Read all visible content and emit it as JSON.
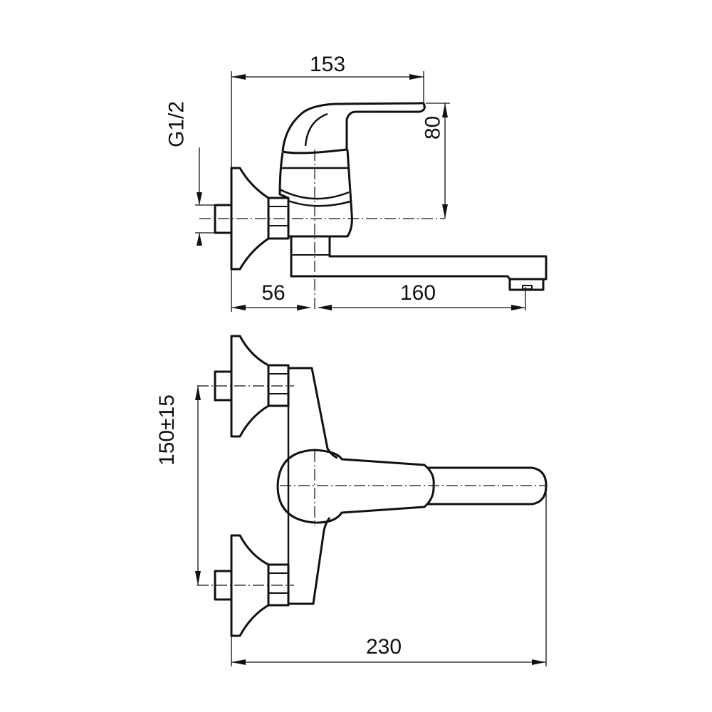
{
  "drawing": {
    "title": "Wall-mounted single-lever mixer tap with swivel spout",
    "colors": {
      "line": "#111111",
      "background": "#ffffff"
    },
    "side_view": {
      "dim_overall_height_reach": "153",
      "dim_handle_height": "80",
      "dim_thread": "G1/2",
      "dim_wall_to_axis": "56",
      "dim_spout_reach": "160"
    },
    "top_view": {
      "dim_inlet_spacing": "150±15",
      "dim_overall_length": "230"
    }
  }
}
